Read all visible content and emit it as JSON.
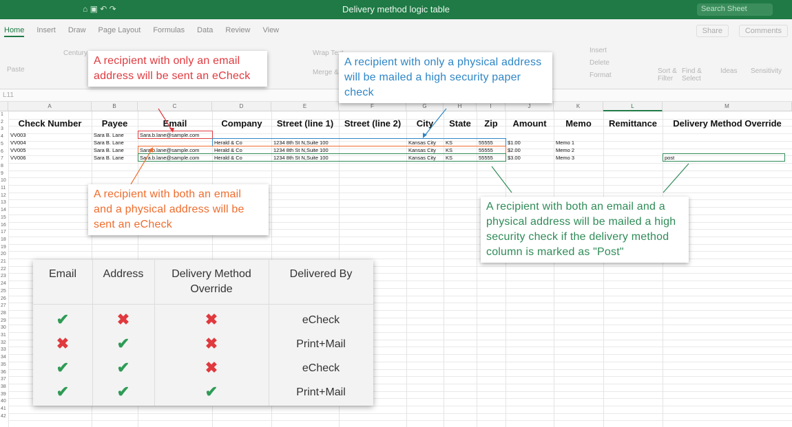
{
  "window": {
    "title": "Delivery method logic table",
    "search_placeholder": "Search Sheet"
  },
  "ribbon": {
    "tabs": [
      "Home",
      "Insert",
      "Draw",
      "Page Layout",
      "Formulas",
      "Data",
      "Review",
      "View"
    ],
    "share": "Share",
    "comments": "Comments",
    "buttons": {
      "paste": "Paste",
      "font": "Century",
      "wrap": "Wrap Text",
      "merge": "Merge &",
      "insert": "Insert",
      "delete": "Delete",
      "format": "Format",
      "sort": "Sort & Filter",
      "find": "Find & Select",
      "ideas": "Ideas",
      "sensitivity": "Sensitivity"
    }
  },
  "formula_bar": {
    "cell_ref": "L11"
  },
  "columns": [
    "A",
    "B",
    "C",
    "D",
    "E",
    "F",
    "G",
    "H",
    "I",
    "J",
    "K",
    "L",
    "M"
  ],
  "headers": [
    "Check Number",
    "Payee",
    "Email",
    "Company",
    "Street (line 1)",
    "Street (line 2)",
    "City",
    "State",
    "Zip",
    "Amount",
    "Memo",
    "Remittance",
    "Delivery Method Override"
  ],
  "rows": [
    {
      "a": "VV003",
      "b": "Sara B. Lane",
      "c": "Sara.b.lane@sample.com",
      "d": "",
      "e": "",
      "g": "",
      "h": "",
      "i": "",
      "j": "",
      "k": "",
      "m": ""
    },
    {
      "a": "VV004",
      "b": "Sara B. Lane",
      "c": "",
      "d": "Herald & Co",
      "e": "1234 8th St N,Suite 100",
      "g": "Kansas City",
      "h": "KS",
      "i": "55555",
      "j": "$1.00",
      "k": "Memo 1",
      "m": ""
    },
    {
      "a": "VV005",
      "b": "Sara B. Lane",
      "c": "Sara.b.lane@sample.com",
      "d": "Herald & Co",
      "e": "1234 8th St N,Suite 100",
      "g": "Kansas City",
      "h": "KS",
      "i": "55555",
      "j": "$2.00",
      "k": "Memo 2",
      "m": ""
    },
    {
      "a": "VV006",
      "b": "Sara B. Lane",
      "c": "Sara.b.lane@sample.com",
      "d": "Herald & Co",
      "e": "1234 8th St N,Suite 100",
      "g": "Kansas City",
      "h": "KS",
      "i": "55555",
      "j": "$3.00",
      "k": "Memo 3",
      "m": "post"
    }
  ],
  "callouts": {
    "email_only": "A recipient with only an email address will be sent an eCheck",
    "address_only": "A recipient with only a physical address will be mailed a high security paper check",
    "both": "A recipient with both an email and a physical address will be sent an eCheck",
    "override": "A recipient with both an email and a physical address will be mailed a high security check if the delivery method column is marked as \"Post\""
  },
  "logic_table": {
    "headers": [
      "Email",
      "Address",
      "Delivery Method Override",
      "Delivered By"
    ],
    "rows": [
      {
        "email": "check",
        "address": "cross",
        "override": "cross",
        "delivered_by": "eCheck"
      },
      {
        "email": "cross",
        "address": "check",
        "override": "cross",
        "delivered_by": "Print+Mail"
      },
      {
        "email": "check",
        "address": "check",
        "override": "cross",
        "delivered_by": "eCheck"
      },
      {
        "email": "check",
        "address": "check",
        "override": "check",
        "delivered_by": "Print+Mail"
      }
    ]
  },
  "colors": {
    "red": "#e0393e",
    "blue": "#2e86c6",
    "orange": "#ef6c2d",
    "green": "#2e8b57"
  }
}
